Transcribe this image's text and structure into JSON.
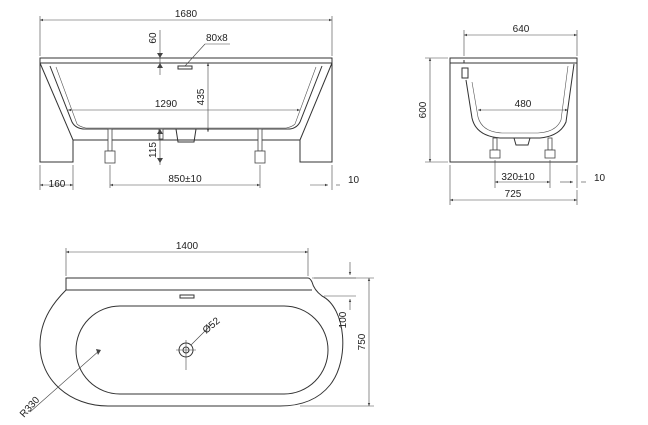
{
  "front_view": {
    "width": "1680",
    "rim_thickness": "60",
    "overflow_size": "80x8",
    "inner_width": "1290",
    "depth": "435",
    "foot_height": "115",
    "foot_spacing": "850±10",
    "base_offset": "160",
    "adjust_offset": "10"
  },
  "side_view": {
    "width": "640",
    "inner_width": "480",
    "height": "600",
    "foot_spacing": "320±10",
    "adjust_offset": "10",
    "base_width": "725"
  },
  "top_view": {
    "width": "1400",
    "rear_step": "100",
    "depth": "750",
    "drain_diameter": "Ø52",
    "radius": "R330"
  }
}
